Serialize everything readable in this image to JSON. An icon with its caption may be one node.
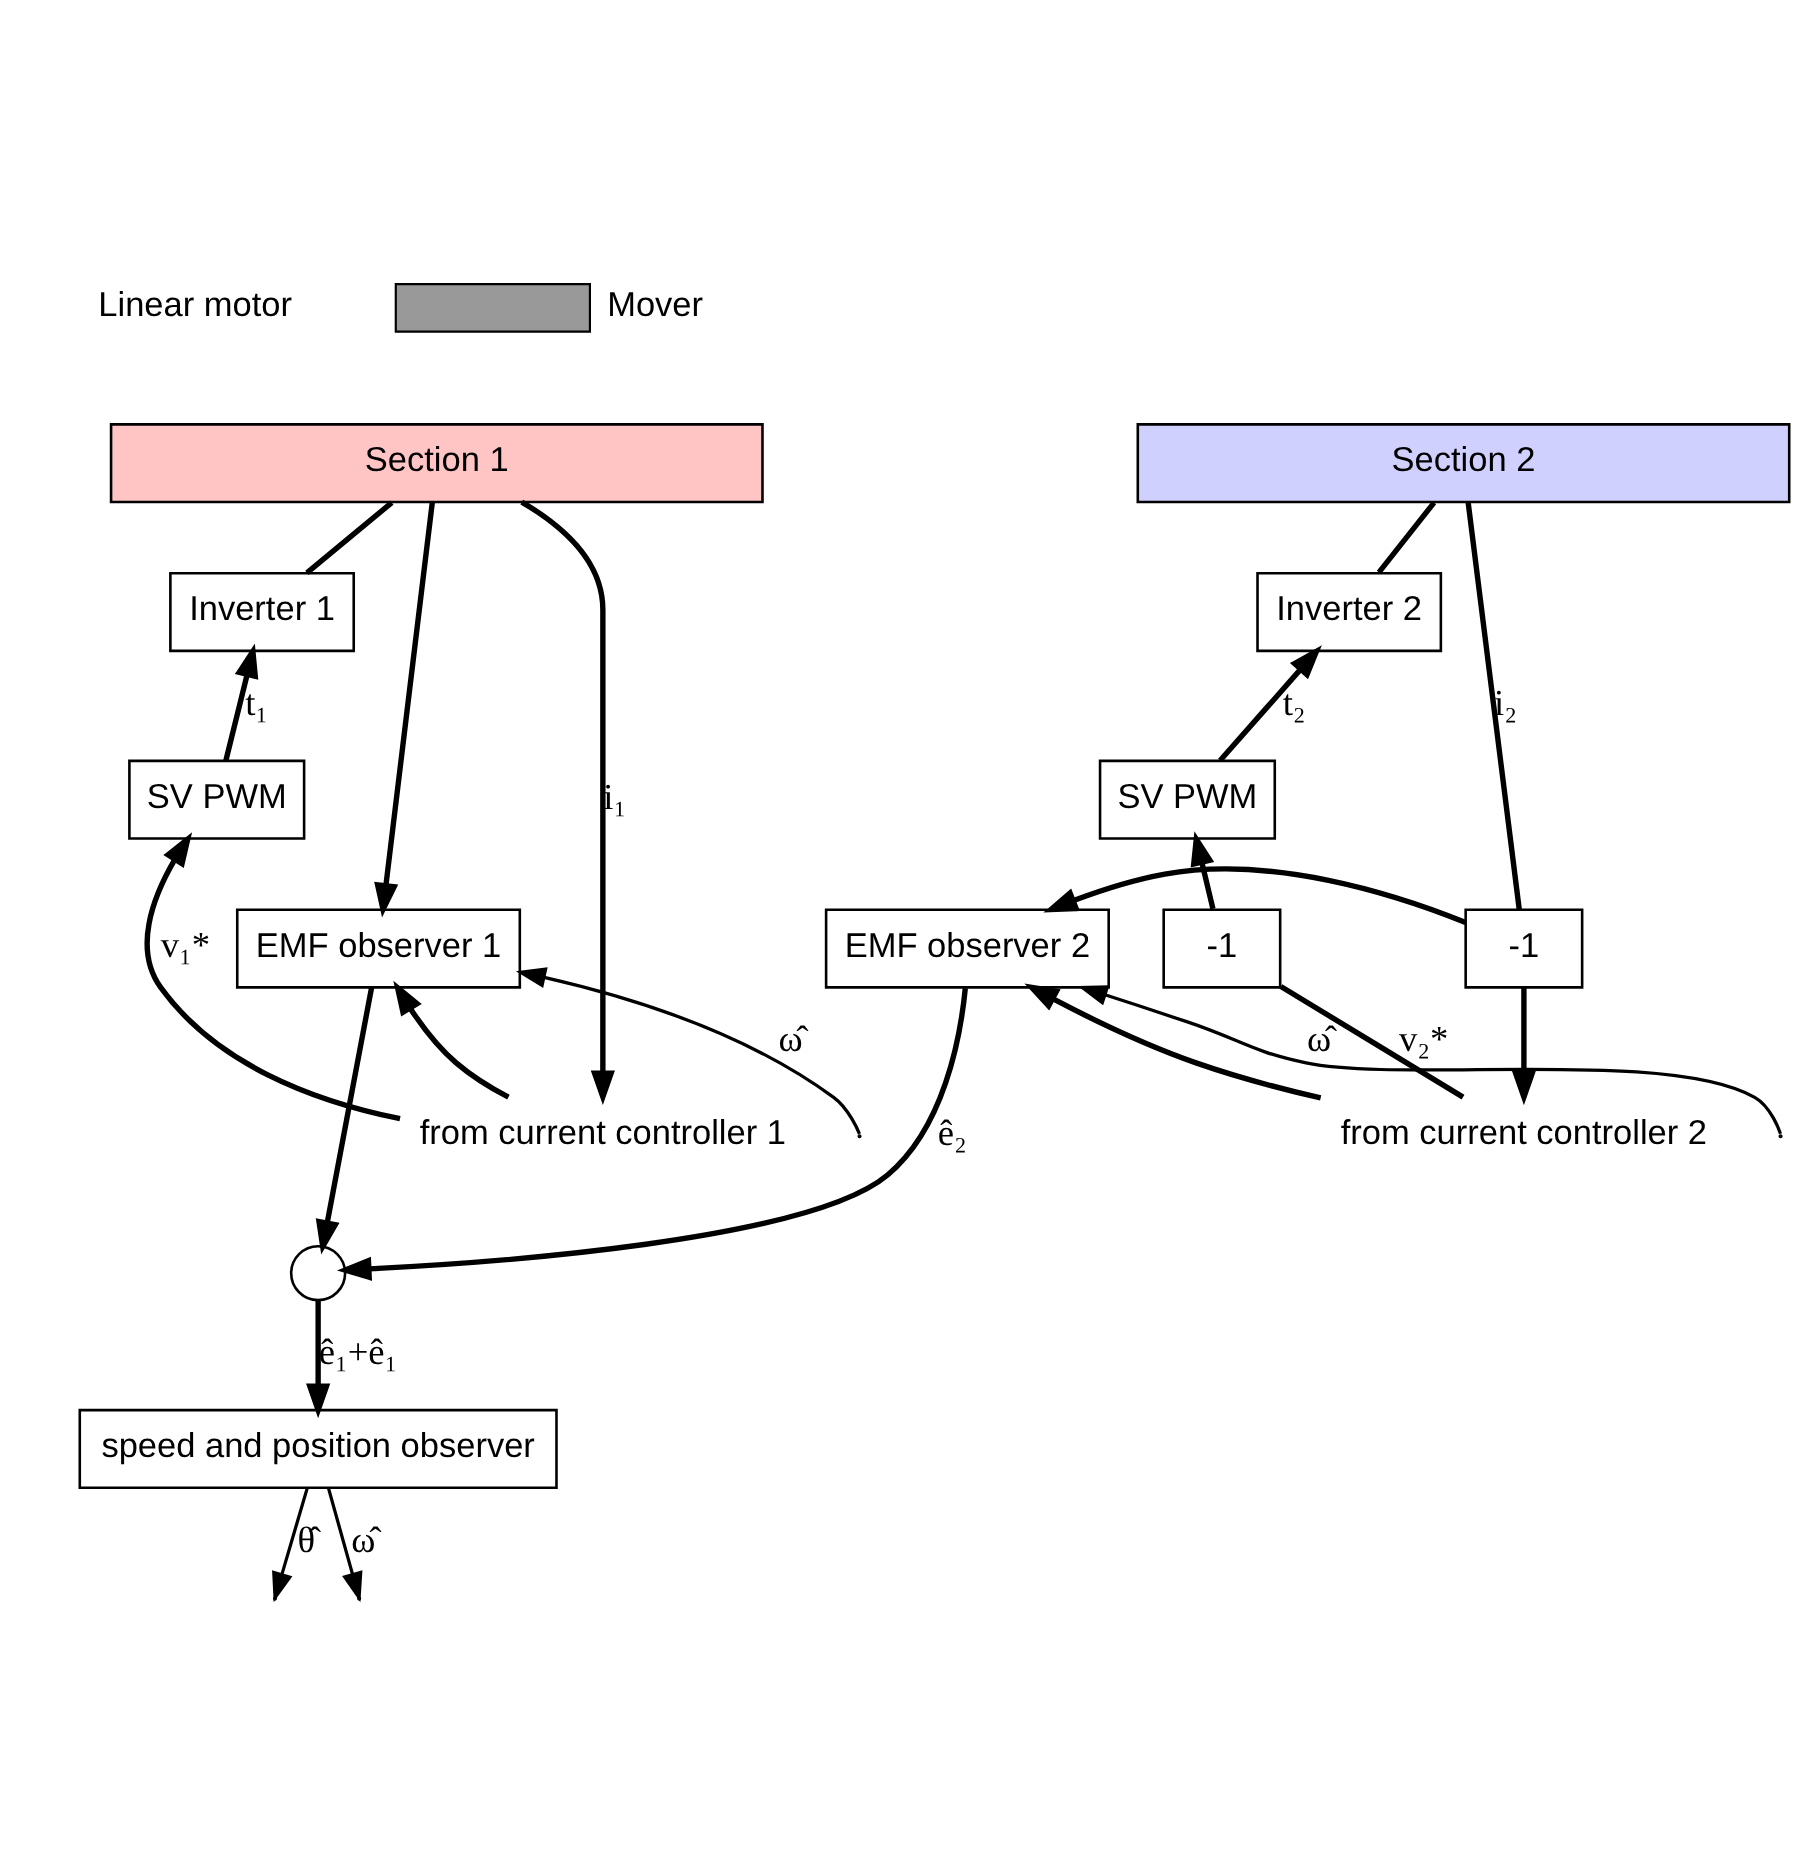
{
  "diagram": {
    "nodes": [
      {
        "text": [
          "Section 1"
        ]
      },
      {
        "text": [
          "Section 2"
        ]
      },
      {
        "text": [
          "Inverter 1"
        ]
      },
      {
        "text": [
          "Inverter 2"
        ]
      },
      {
        "text": [
          "SV PWM"
        ]
      },
      {
        "text": [
          "SV PWM"
        ]
      },
      {
        "text": [
          "EMF observer 1"
        ]
      },
      {
        "text": [
          "EMF observer 2"
        ]
      },
      {
        "text": [
          "from current controller 1"
        ]
      },
      {
        "text": [
          "from current controller 2"
        ]
      },
      {
        "text": [
          "-1"
        ]
      },
      {
        "text": [
          "-1"
        ]
      },
      {
        "text": [],
        "shape": "circle"
      },
      {
        "text": [
          "speed and position observer"
        ]
      }
    ],
    "edges": [
      {
        "from": 0,
        "to": 2,
        "arrow": "none"
      },
      {
        "from": 0,
        "to": 8,
        "arrow": "to",
        "label": "i₁"
      },
      {
        "from": 0,
        "to": 6,
        "arrow": "to"
      },
      {
        "from": 4,
        "to": 2,
        "arrow": "to",
        "label": "t₁"
      },
      {
        "from": 8,
        "to": 4,
        "arrow": "to",
        "label": "v₁*"
      },
      {
        "from": 8,
        "to": 6,
        "arrow": "to"
      },
      {
        "from": null,
        "to": 6,
        "arrow": "to",
        "label": "ω̂"
      },
      {
        "from": 1,
        "to": 3,
        "arrow": "none"
      },
      {
        "from": 1,
        "to": 11,
        "arrow": "none",
        "label": "i₂"
      },
      {
        "from": 11,
        "to": 9,
        "arrow": "to"
      },
      {
        "from": 11,
        "to": 7,
        "arrow": "to"
      },
      {
        "from": 5,
        "to": 3,
        "arrow": "to",
        "label": "t₂"
      },
      {
        "from": 10,
        "to": 5,
        "arrow": "to"
      },
      {
        "from": 9,
        "to": 10,
        "arrow": "none",
        "label": "v₂*"
      },
      {
        "from": 9,
        "to": 7,
        "arrow": "to"
      },
      {
        "from": null,
        "to": 7,
        "arrow": "to",
        "label": "ω̂"
      },
      {
        "from": 6,
        "to": 12,
        "arrow": "to"
      },
      {
        "from": 7,
        "to": 12,
        "arrow": "to",
        "label": "ê₂"
      },
      {
        "from": 12,
        "to": 13,
        "arrow": "to",
        "label": "ê₁+ê₁"
      },
      {
        "from": 13,
        "to": null,
        "arrow": "to",
        "label": "θ̂"
      },
      {
        "from": 13,
        "to": null,
        "arrow": "to",
        "label": "ω̂"
      }
    ],
    "labels": [
      "Linear motor"
    ],
    "legend": [
      {
        "text": "Mover",
        "color": "#999999"
      }
    ]
  }
}
